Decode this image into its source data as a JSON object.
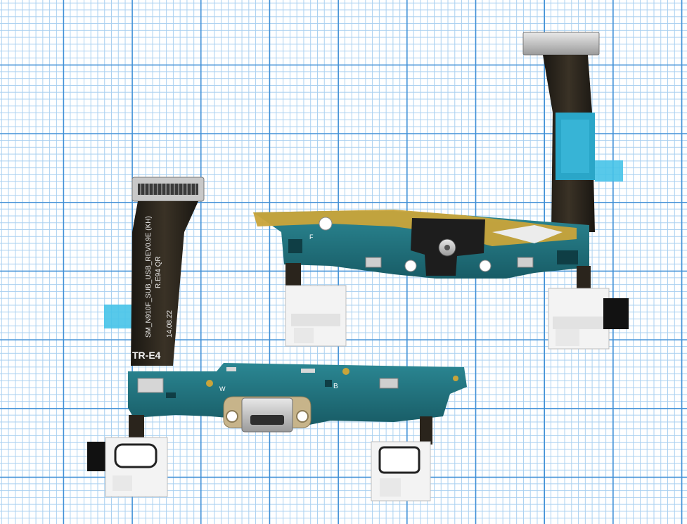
{
  "photo": {
    "parts": {
      "left_module": {
        "flex_label_line1": "SM_N910F_SUB_USB_REV0.9E (KH)",
        "flex_label_line2": "R.E94 QR",
        "flex_date": "14.08.22",
        "flex_code": "TR-E4",
        "pcb_marks": [
          "W",
          "B"
        ]
      },
      "right_module": {
        "pcb_marks": [
          "F"
        ]
      }
    },
    "colors": {
      "grid_major": "#3f8fd6",
      "grid_minor": "#a9d0f0",
      "flex_cable": "#2a241c",
      "pcb": "#1f6f7a",
      "gold": "#c9a43a",
      "stiffener": "#3ec0e6"
    }
  }
}
